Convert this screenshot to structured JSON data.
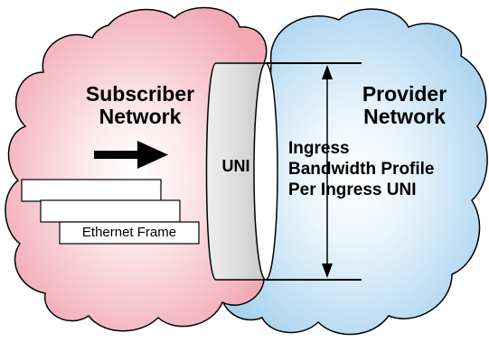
{
  "subscriber_network": {
    "line1": "Subscriber",
    "line2": "Network"
  },
  "provider_network": {
    "line1": "Provider",
    "line2": "Network"
  },
  "uni": {
    "label": "UNI"
  },
  "bandwidth_profile": {
    "line1": "Ingress",
    "line2": "Bandwidth Profile",
    "line3": "Per Ingress UNI"
  },
  "ethernet_frame": {
    "label": "Ethernet Frame"
  },
  "colors": {
    "subscriber_cloud": "#f2a9b4",
    "subscriber_cloud_center": "#ffffff",
    "provider_cloud": "#a9d3ef",
    "provider_cloud_center": "#ffffff",
    "uni_cylinder": "#dcdcdc",
    "arrow": "#000000",
    "outline": "#000000"
  },
  "icons": {
    "direction_arrow": "arrow-right-icon"
  }
}
